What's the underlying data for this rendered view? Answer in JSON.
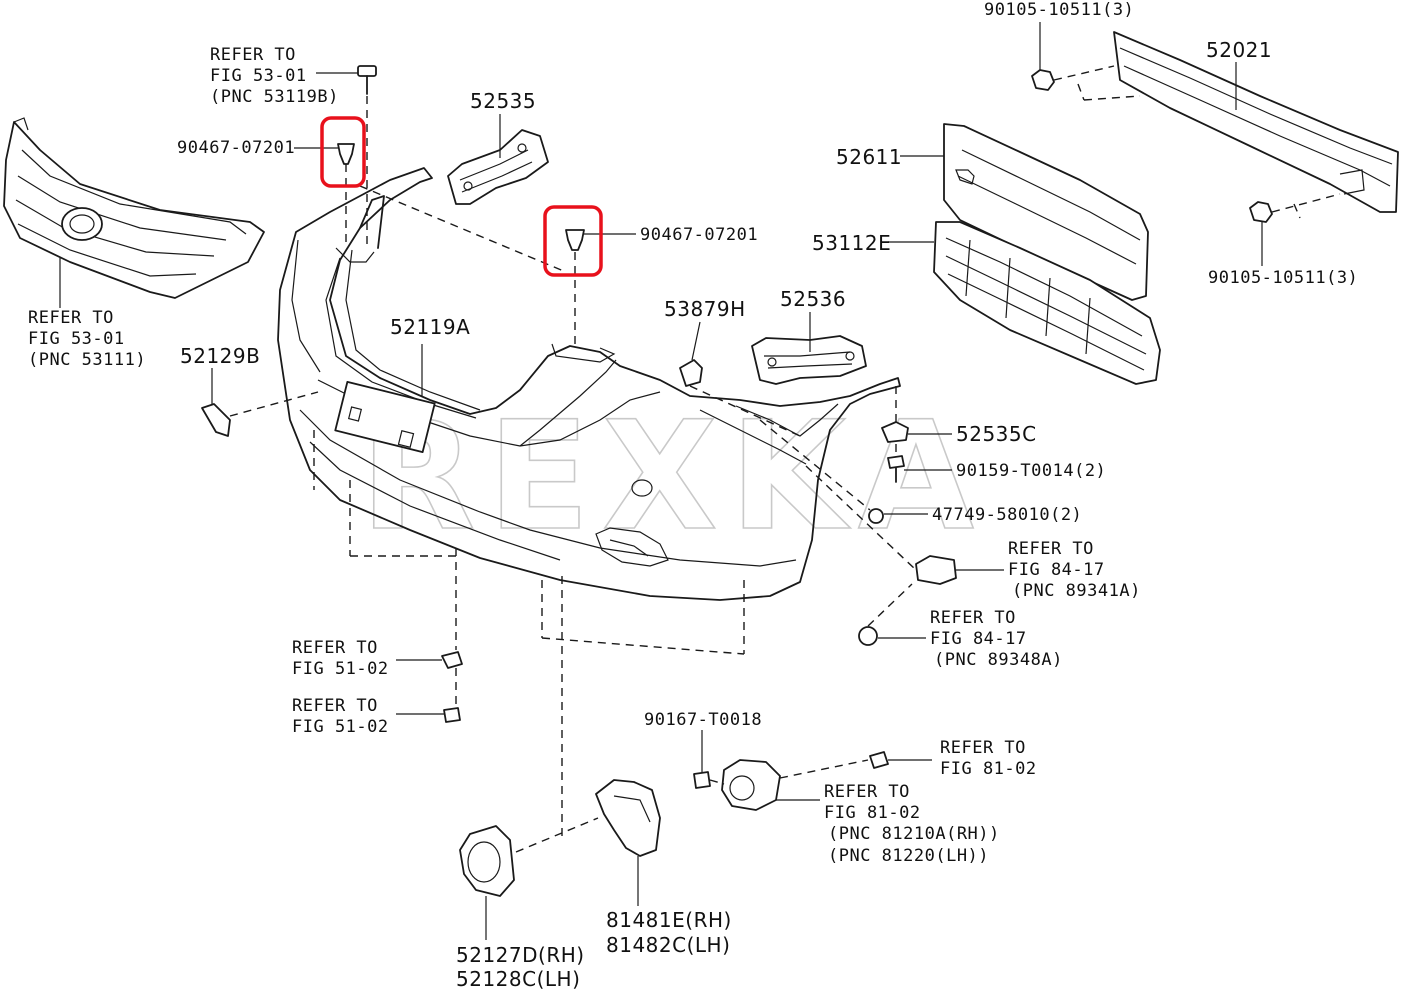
{
  "watermark": "REXKA",
  "labels": {
    "l_90105_top": "90105-10511(3)",
    "l_52021": "52021",
    "l_refer_53_line1": "REFER TO",
    "l_refer_53_line2": "FIG 53-01",
    "l_refer_53_line3": "(PNC 53119B)",
    "l_52535": "52535",
    "l_90467_left": "90467-07201",
    "l_52611": "52611",
    "l_90467_right": "90467-07201",
    "l_53112e": "53112E",
    "l_90105_bottom": "90105-10511(3)",
    "l_refer_grille_line1": "REFER TO",
    "l_refer_grille_line2": "FIG 53-01",
    "l_refer_grille_line3": "(PNC 53111)",
    "l_53879h": "53879H",
    "l_52536": "52536",
    "l_52119a": "52119A",
    "l_52129b": "52129B",
    "l_52535c": "52535C",
    "l_90159": "90159-T0014(2)",
    "l_47749": "47749-58010(2)",
    "l_refer_84_a_line1": "REFER TO",
    "l_refer_84_a_line2": "FIG 84-17",
    "l_refer_84_a_line3": "(PNC 89341A)",
    "l_refer_84_b_line1": "REFER TO",
    "l_refer_84_b_line2": "FIG 84-17",
    "l_refer_84_b_line3": "(PNC 89348A)",
    "l_refer_51_a_line1": "REFER TO",
    "l_refer_51_a_line2": "FIG 51-02",
    "l_refer_51_b_line1": "REFER TO",
    "l_refer_51_b_line2": "FIG 51-02",
    "l_90167": "90167-T0018",
    "l_refer_81_a_line1": "REFER TO",
    "l_refer_81_a_line2": "FIG 81-02",
    "l_refer_81_b_line1": "REFER TO",
    "l_refer_81_b_line2": "FIG 81-02",
    "l_refer_81_b_line3": "(PNC 81210A(RH))",
    "l_refer_81_b_line4": "(PNC 81220(LH))",
    "l_81481e": "81481E(RH)",
    "l_81482c": "81482C(LH)",
    "l_52127d": "52127D(RH)",
    "l_52128c": "52128C(LH)"
  },
  "colors": {
    "highlight": "#e8111c",
    "line": "#1a1a1a",
    "watermark": "#c9c9c9"
  }
}
